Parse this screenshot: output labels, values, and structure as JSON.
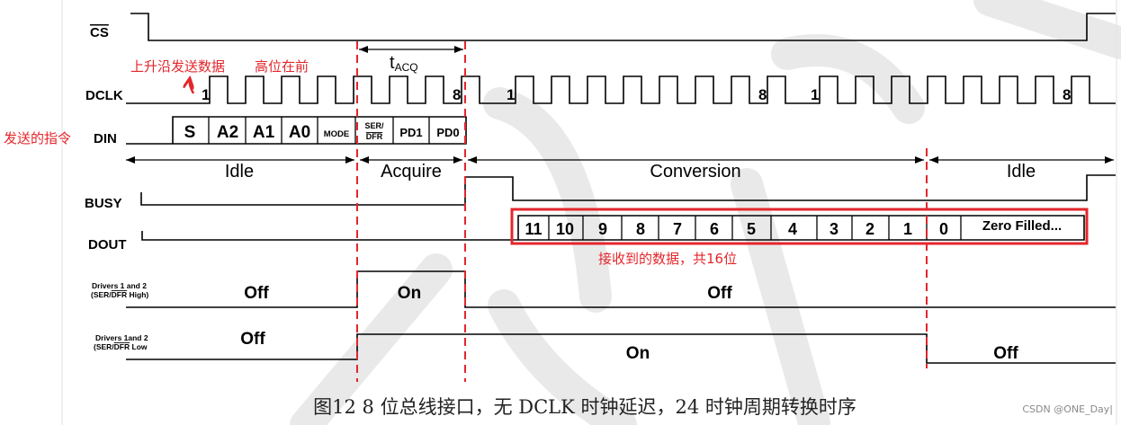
{
  "signals": {
    "cs": "CS",
    "dclk": "DCLK",
    "din": "DIN",
    "busy": "BUSY",
    "dout": "DOUT",
    "drivers_high": {
      "line1": "Drivers 1 and 2",
      "line2_before": "(SER/",
      "line2_overline": "DFR",
      "line2_after": " High)"
    },
    "drivers_low": {
      "line1": "Drivers 1and 2",
      "line2_before": "(SER/",
      "line2_overline": "DFR",
      "line2_after": " Low"
    }
  },
  "dclk_labels": [
    {
      "first": "1",
      "last": "8"
    },
    {
      "first": "1",
      "last": "8"
    },
    {
      "first": "1",
      "last": "8"
    }
  ],
  "din": {
    "bits": [
      {
        "label": "S"
      },
      {
        "label": "A2"
      },
      {
        "label": "A1"
      },
      {
        "label": "A0"
      },
      {
        "label": "MODE"
      },
      {
        "top": "SER/",
        "bottom": "DFR"
      },
      {
        "label": "PD1"
      },
      {
        "label": "PD0"
      }
    ]
  },
  "timing": {
    "t": "t",
    "acq": "ACQ"
  },
  "phases": [
    "Idle",
    "Acquire",
    "Conversion",
    "Idle"
  ],
  "dout_bits": [
    "11",
    "10",
    "9",
    "8",
    "7",
    "6",
    "5",
    "4",
    "3",
    "2",
    "1",
    "0",
    "Zero Filled..."
  ],
  "drivers_high_states": [
    "Off",
    "On",
    "Off"
  ],
  "drivers_low_states": [
    "Off",
    "On",
    "Off"
  ],
  "annotations": {
    "rising_edge": "上升沿发送数据",
    "msb_first": "高位在前",
    "command_sent": "发送的指令",
    "data_received": "接收到的数据，共16位"
  },
  "caption": "图12 8 位总线接口，无 DCLK 时钟延迟，24 时钟周期转换时序",
  "watermark": "CSDN @ONE_Day|",
  "colors": {
    "waveform": "#000000",
    "annotation": "#e4262b",
    "dashed_marker": "#e3262c",
    "highlight_box": "#e3262c"
  }
}
